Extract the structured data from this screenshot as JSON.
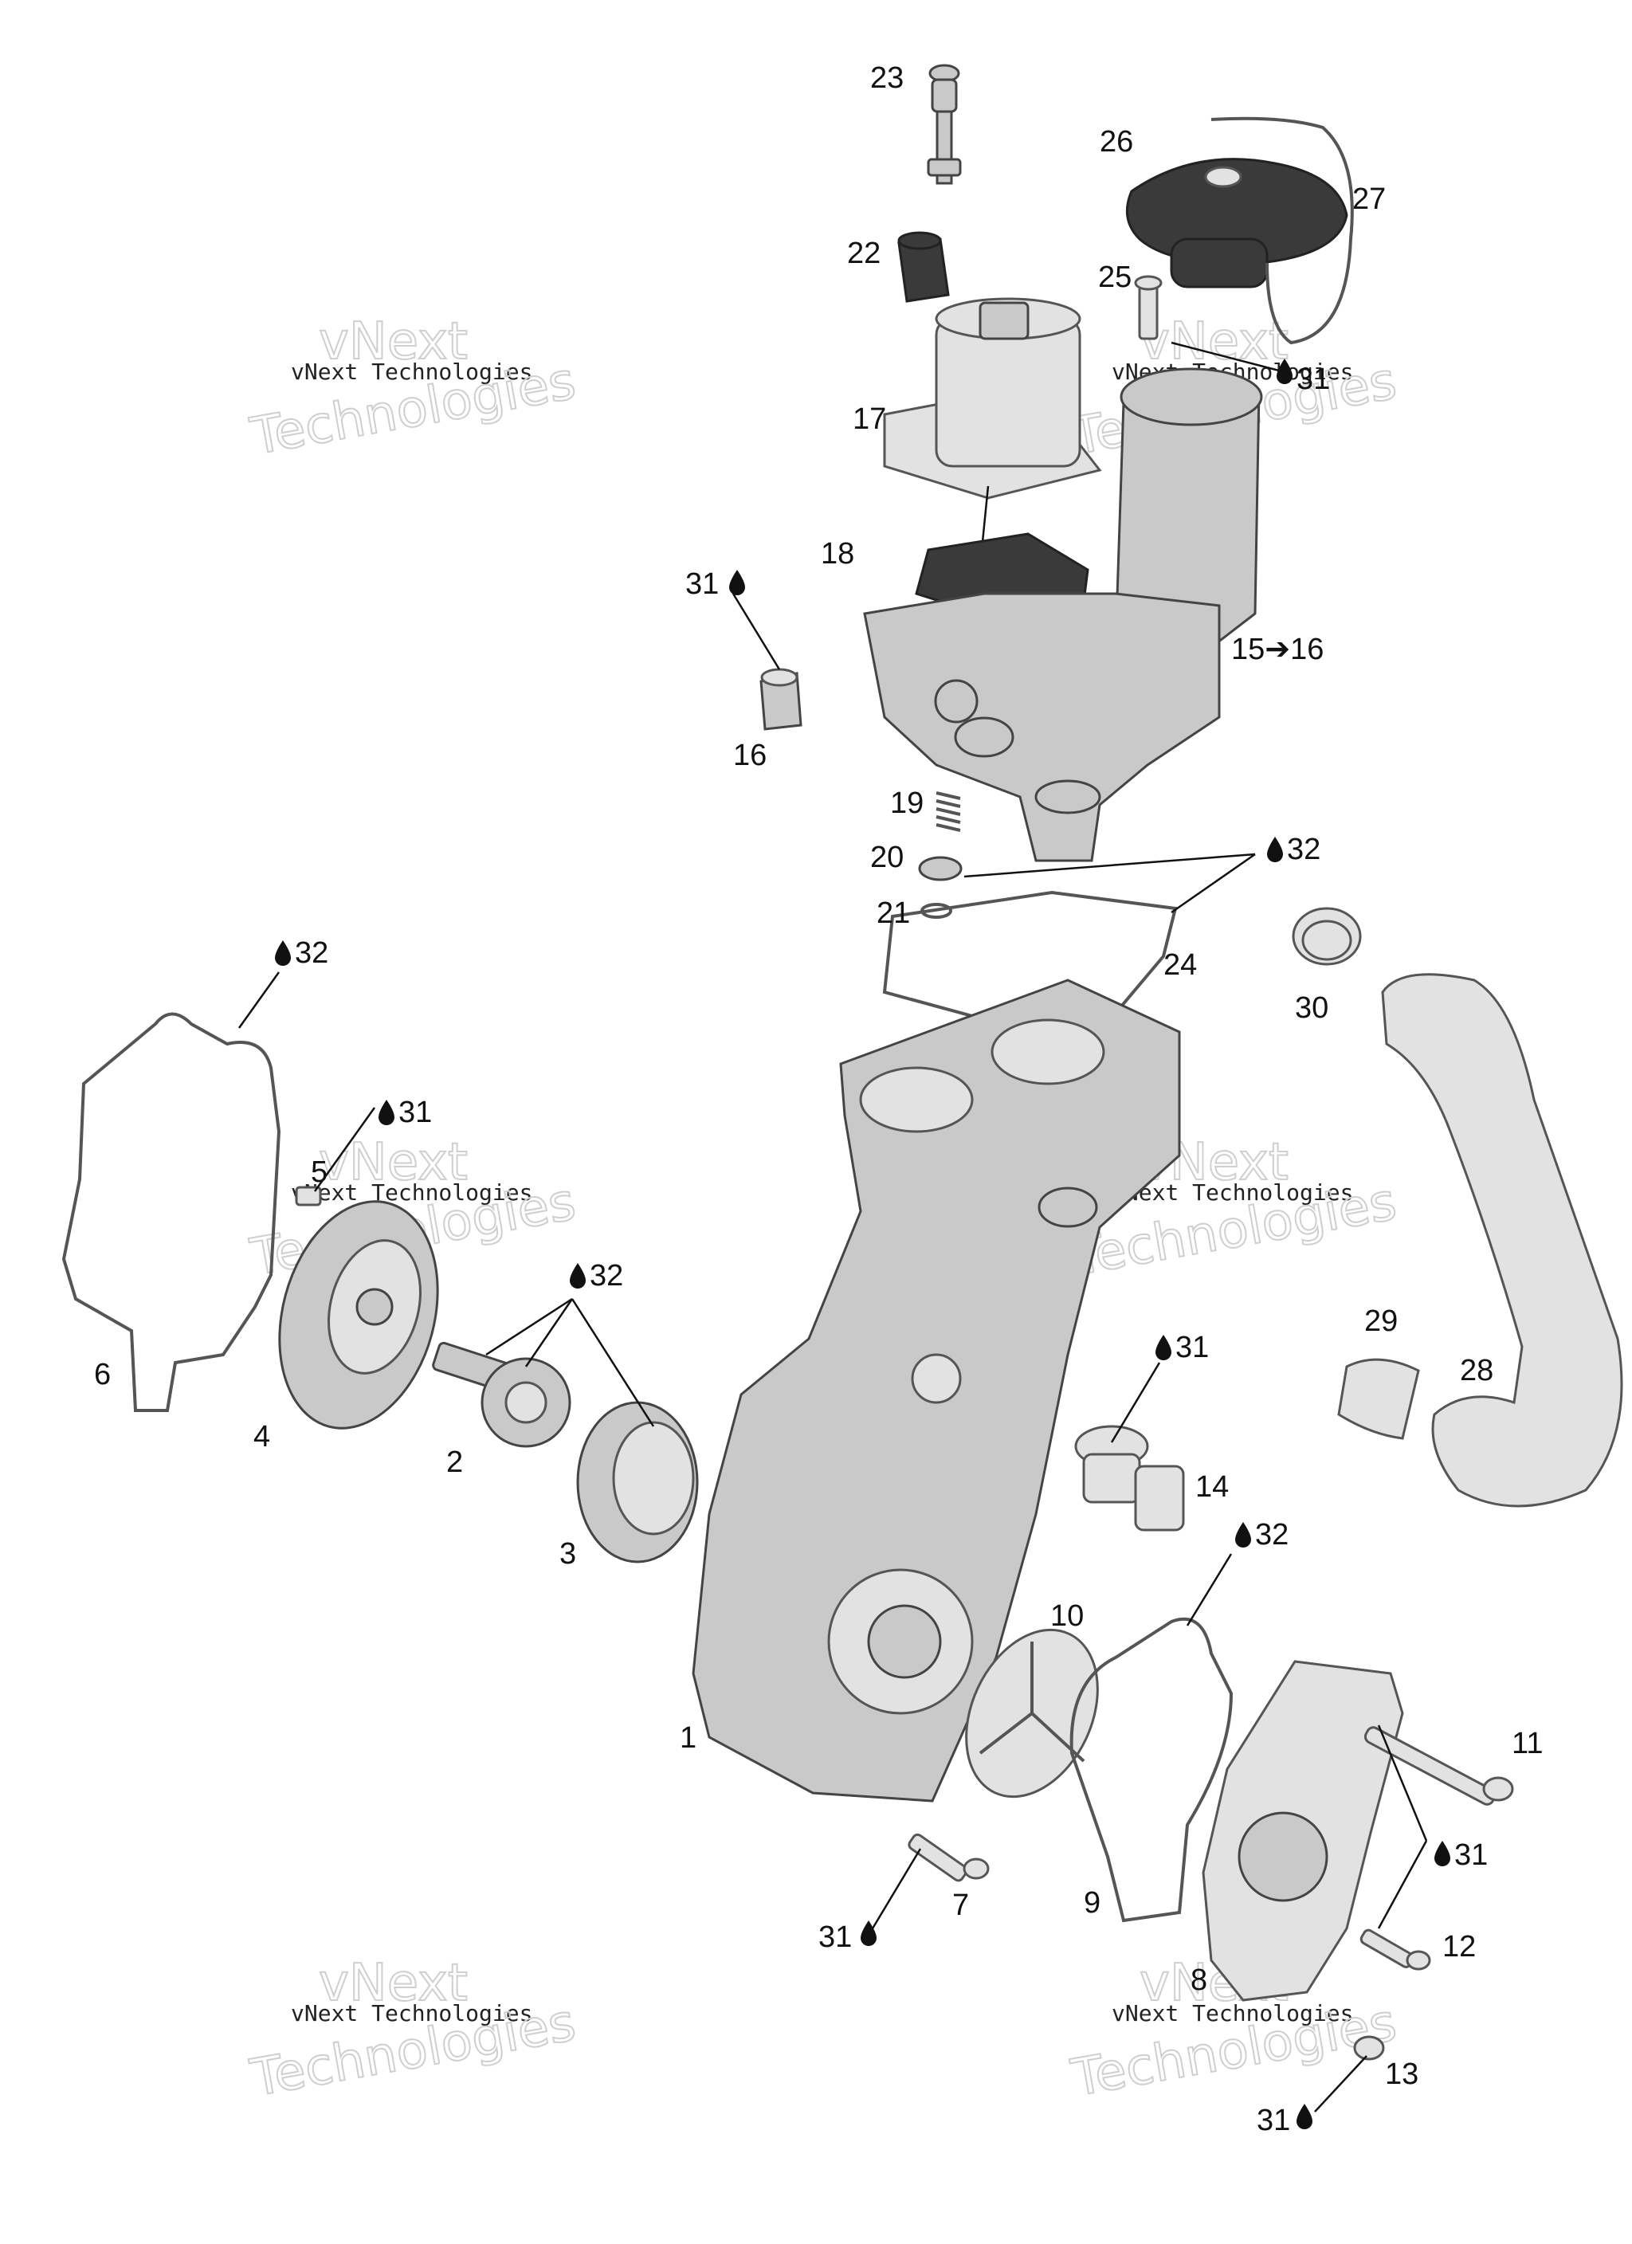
{
  "diagram": {
    "callouts": [
      {
        "id": "c23",
        "text": "23"
      },
      {
        "id": "c26",
        "text": "26"
      },
      {
        "id": "c27",
        "text": "27"
      },
      {
        "id": "c22",
        "text": "22"
      },
      {
        "id": "c25",
        "text": "25"
      },
      {
        "id": "c31a",
        "text": "31"
      },
      {
        "id": "c17",
        "text": "17"
      },
      {
        "id": "c18",
        "text": "18"
      },
      {
        "id": "c31b",
        "text": "31"
      },
      {
        "id": "c15",
        "text": "15➔16"
      },
      {
        "id": "c16",
        "text": "16"
      },
      {
        "id": "c19",
        "text": "19"
      },
      {
        "id": "c20",
        "text": "20"
      },
      {
        "id": "c32a",
        "text": "32"
      },
      {
        "id": "c21",
        "text": "21"
      },
      {
        "id": "c32b",
        "text": "32"
      },
      {
        "id": "c24",
        "text": "24"
      },
      {
        "id": "c30",
        "text": "30"
      },
      {
        "id": "c31c",
        "text": "31"
      },
      {
        "id": "c5",
        "text": "5"
      },
      {
        "id": "c32c",
        "text": "32"
      },
      {
        "id": "c6",
        "text": "6"
      },
      {
        "id": "c4",
        "text": "4"
      },
      {
        "id": "c2",
        "text": "2"
      },
      {
        "id": "c3",
        "text": "3"
      },
      {
        "id": "c31d",
        "text": "31"
      },
      {
        "id": "c29",
        "text": "29"
      },
      {
        "id": "c28",
        "text": "28"
      },
      {
        "id": "c14",
        "text": "14"
      },
      {
        "id": "c32d",
        "text": "32"
      },
      {
        "id": "c10",
        "text": "10"
      },
      {
        "id": "c1",
        "text": "1"
      },
      {
        "id": "c11",
        "text": "11"
      },
      {
        "id": "c31e",
        "text": "31"
      },
      {
        "id": "c7",
        "text": "7"
      },
      {
        "id": "c9",
        "text": "9"
      },
      {
        "id": "c31f",
        "text": "31"
      },
      {
        "id": "c12",
        "text": "12"
      },
      {
        "id": "c8",
        "text": "8"
      },
      {
        "id": "c13",
        "text": "13"
      },
      {
        "id": "c31g",
        "text": "31"
      }
    ],
    "watermark": {
      "line1": "vNext",
      "line2": "vNext Technologies",
      "line3": "Technologies"
    }
  }
}
